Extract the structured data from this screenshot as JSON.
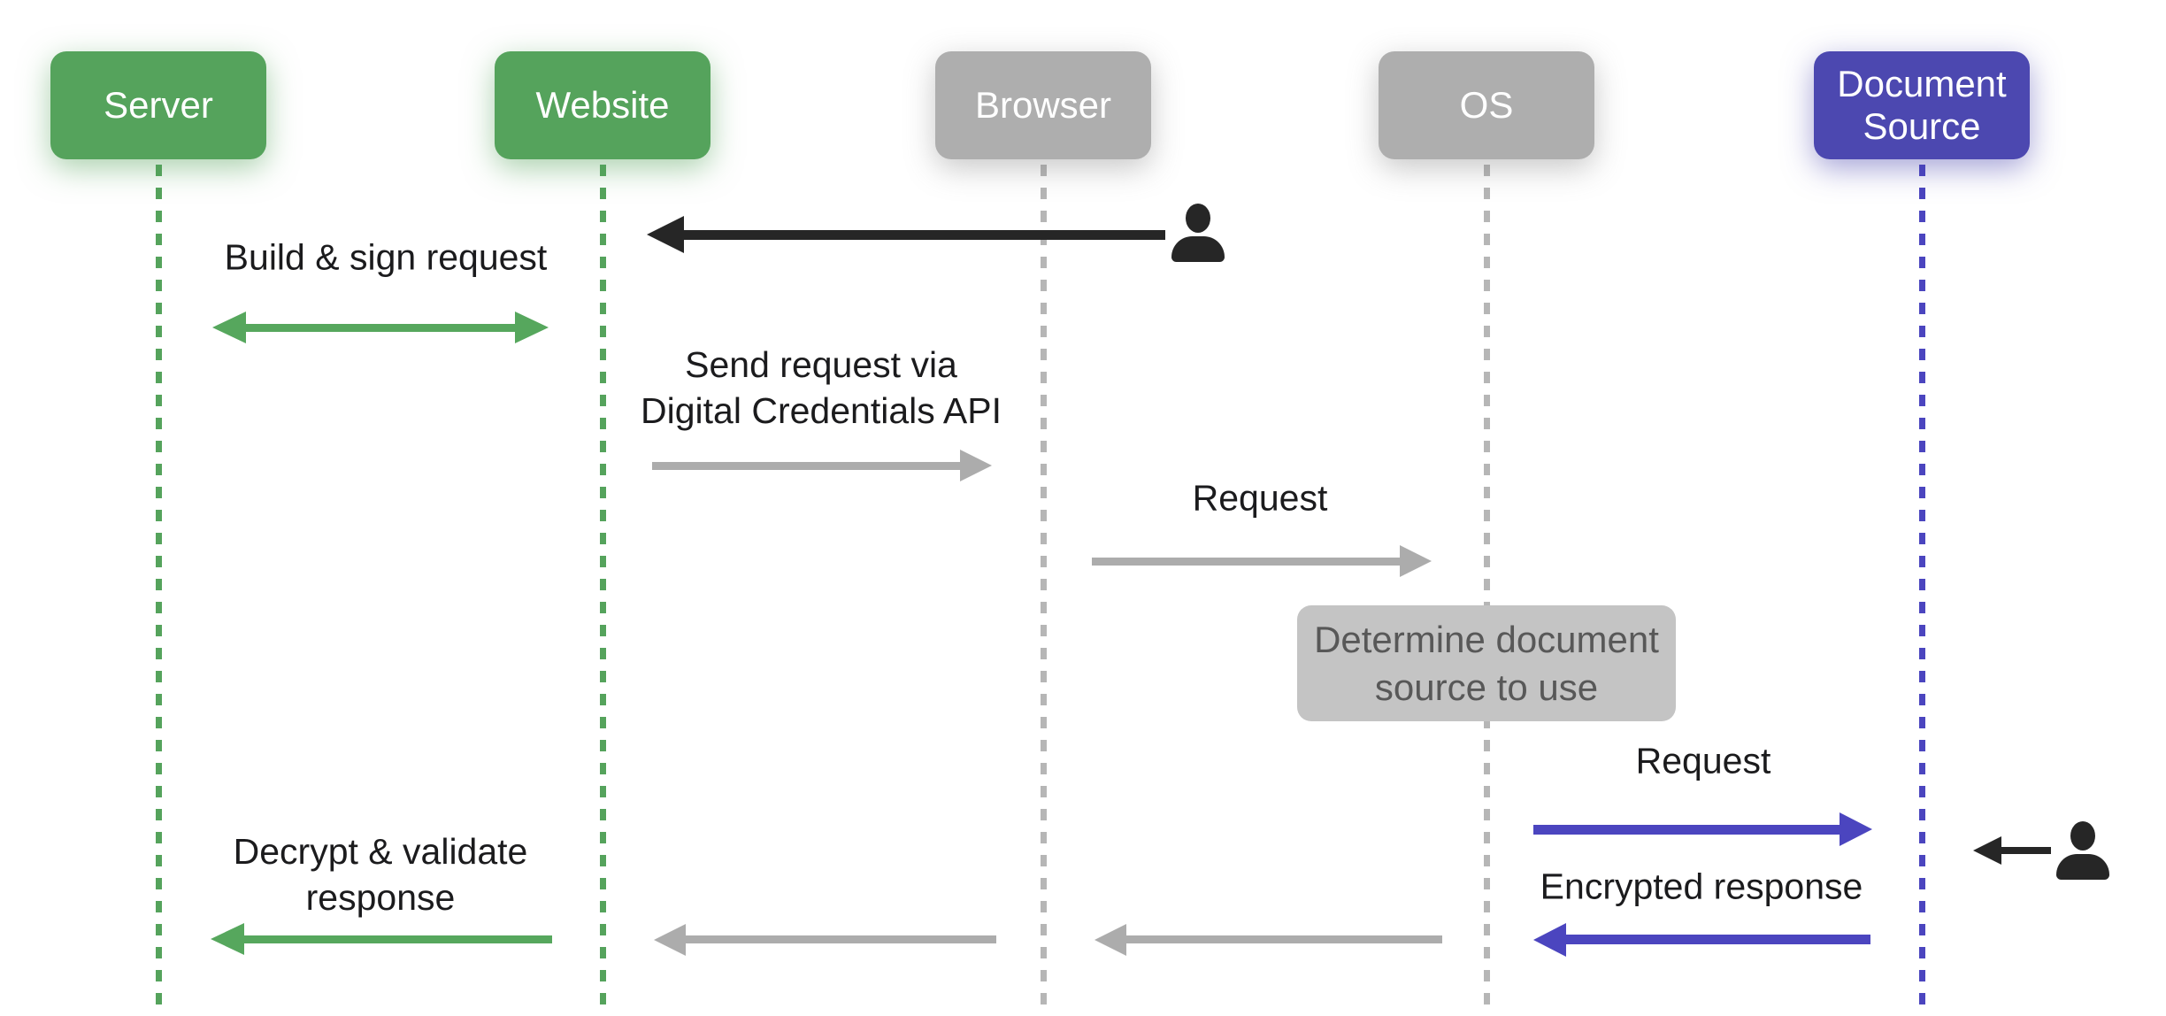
{
  "diagram": {
    "type": "sequence-diagram",
    "actors": [
      {
        "id": "server",
        "label": "Server",
        "color": "#55a35c"
      },
      {
        "id": "website",
        "label": "Website",
        "color": "#55a35c"
      },
      {
        "id": "browser",
        "label": "Browser",
        "color": "#aeaeae"
      },
      {
        "id": "os",
        "label": "OS",
        "color": "#aeaeae"
      },
      {
        "id": "document_source",
        "label": "Document Source",
        "color": "#4c48b0"
      }
    ],
    "labels": {
      "build_sign": "Build & sign request",
      "send_request_line1": "Send request via",
      "send_request_line2": "Digital Credentials API",
      "request_browser_to_os": "Request",
      "note_line1": "Determine document",
      "note_line2": "source to use",
      "request_os_to_source": "Request",
      "encrypted_response": "Encrypted response",
      "decrypt_validate_line1": "Decrypt & validate",
      "decrypt_validate_line2": "response"
    },
    "icons": {
      "user_left": "user-icon",
      "user_right": "user-icon"
    },
    "colors": {
      "green": "#55a35c",
      "green_arrow": "#56a75d",
      "actor_gray": "#aeaeae",
      "arrow_gray": "#acacac",
      "lifeline_gray": "#b6b6b6",
      "indigo": "#4c48b0",
      "indigo_arrow": "#4b45bf",
      "note_bg": "#c4c4c4",
      "note_text": "#585858",
      "black": "#262626",
      "text": "#1b1b1d",
      "background": "#ffffff"
    }
  }
}
